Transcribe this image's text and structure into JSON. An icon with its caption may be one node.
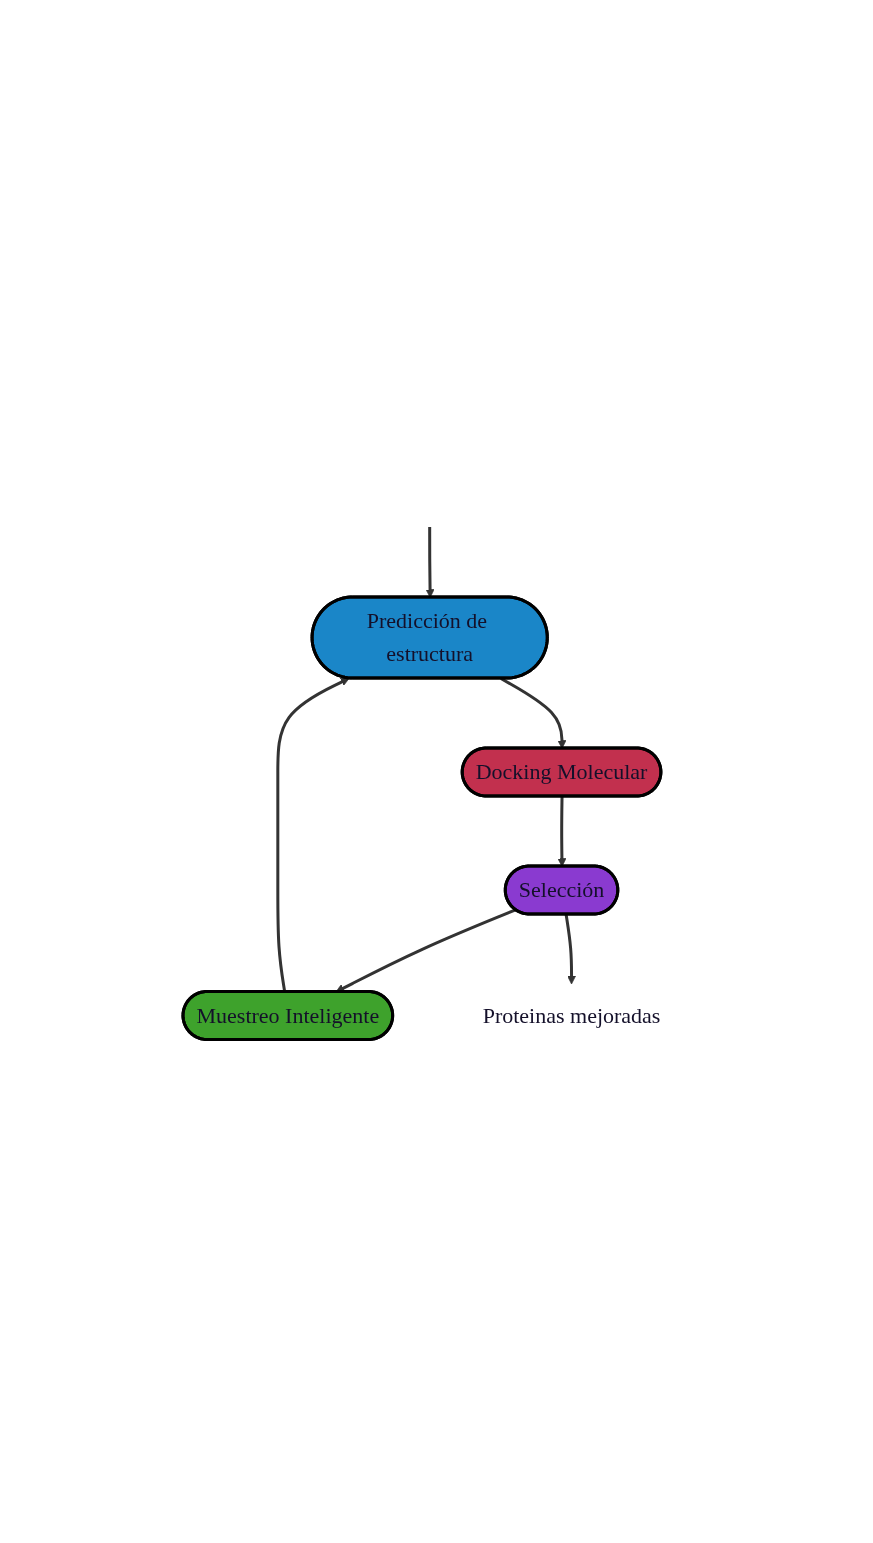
{
  "diagram": {
    "nodes": [
      {
        "text": [
          "Predicción de estructura"
        ]
      },
      {
        "text": [
          "Docking Molecular"
        ]
      },
      {
        "text": [
          "Selección"
        ]
      },
      {
        "text": [
          "Muestreo Inteligente"
        ]
      },
      {
        "text": [
          "Proteinas mejoradas"
        ]
      }
    ],
    "edges": [
      {
        "from": null,
        "to": 0,
        "arrow": "to"
      },
      {
        "from": 0,
        "to": 1,
        "arrow": "to"
      },
      {
        "from": 1,
        "to": 2,
        "arrow": "to"
      },
      {
        "from": 2,
        "to": 3,
        "arrow": "to"
      },
      {
        "from": 3,
        "to": 0,
        "arrow": "to"
      },
      {
        "from": 2,
        "to": 4,
        "arrow": "to"
      }
    ]
  }
}
